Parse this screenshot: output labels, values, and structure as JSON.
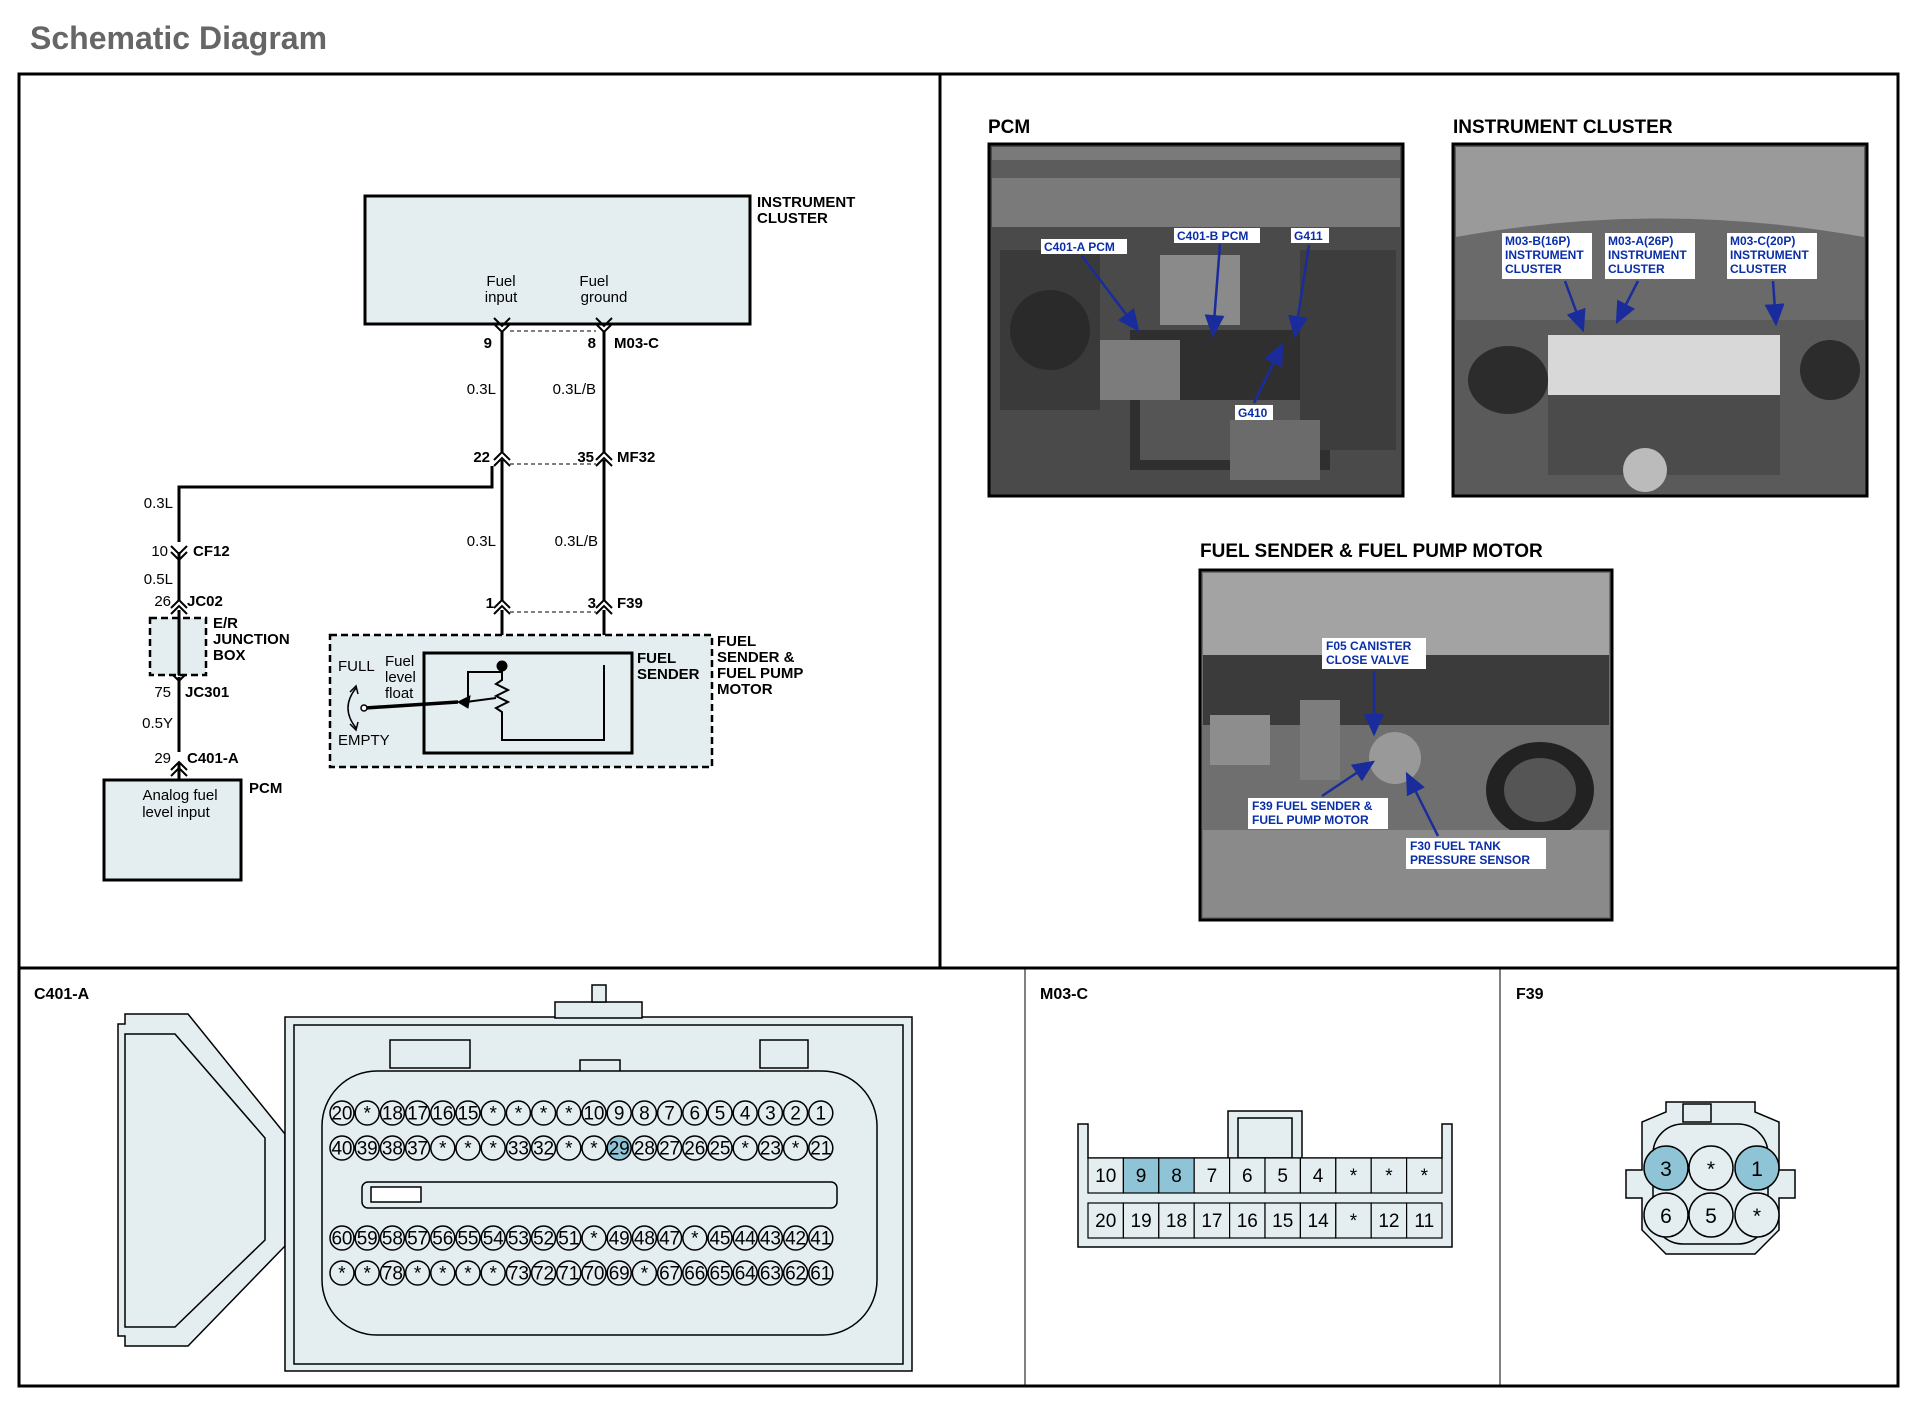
{
  "title": "Schematic Diagram",
  "schematic": {
    "instrument_cluster": {
      "label_1": "INSTRUMENT",
      "label_2": "CLUSTER",
      "fuel_input_1": "Fuel",
      "fuel_input_2": "input",
      "fuel_ground_1": "Fuel",
      "fuel_ground_2": "ground"
    },
    "m03c": {
      "pin_a": "9",
      "pin_b": "8",
      "name": "M03-C"
    },
    "wire_upper_left": "0.3L",
    "wire_upper_right": "0.3L/B",
    "mf32": {
      "pin_a": "22",
      "pin_b": "35",
      "name": "MF32"
    },
    "wire_lower_left": "0.3L",
    "wire_lower_right": "0.3L/B",
    "f39": {
      "pin_a": "1",
      "pin_b": "3",
      "name": "F39"
    },
    "left_branch": {
      "wire_a": "0.3L",
      "cf12_pin": "10",
      "cf12_name": "CF12",
      "wire_b": "0.5L",
      "jc02_pin": "26",
      "jc02_name": "JC02",
      "junction_1": "E/R",
      "junction_2": "JUNCTION",
      "junction_3": "BOX",
      "jc301_pin": "75",
      "jc301_name": "JC301",
      "wire_c": "0.5Y",
      "c401a_pin": "29",
      "c401a_name": "C401-A"
    },
    "pcm": {
      "label": "PCM",
      "input_1": "Analog fuel",
      "input_2": "level input"
    },
    "fuel_sender": {
      "full": "FULL",
      "empty": "EMPTY",
      "float_1": "Fuel",
      "float_2": "level",
      "float_3": "float",
      "sender_1": "FUEL",
      "sender_2": "SENDER",
      "module_1": "FUEL",
      "module_2": "SENDER &",
      "module_3": "FUEL PUMP",
      "module_4": "MOTOR"
    }
  },
  "photos": {
    "pcm": {
      "heading": "PCM",
      "c401a": "C401-A PCM",
      "c401b": "C401-B PCM",
      "g411": "G411",
      "g410": "G410"
    },
    "cluster": {
      "heading": "INSTRUMENT CLUSTER",
      "m03b_1": "M03-B(16P)",
      "m03b_2": "INSTRUMENT",
      "m03b_3": "CLUSTER",
      "m03a_1": "M03-A(26P)",
      "m03a_2": "INSTRUMENT",
      "m03a_3": "CLUSTER",
      "m03c_1": "M03-C(20P)",
      "m03c_2": "INSTRUMENT",
      "m03c_3": "CLUSTER"
    },
    "fuel": {
      "heading": "FUEL SENDER & FUEL PUMP MOTOR",
      "f05_1": "F05 CANISTER",
      "f05_2": "CLOSE VALVE",
      "f39_1": "F39 FUEL SENDER &",
      "f39_2": "FUEL PUMP MOTOR",
      "f30_1": "F30 FUEL TANK",
      "f30_2": "PRESSURE SENSOR"
    }
  },
  "connectors": {
    "c401a": {
      "name": "C401-A",
      "row1": [
        "20",
        "*",
        "18",
        "17",
        "16",
        "15",
        "*",
        "*",
        "*",
        "*",
        "10",
        "9",
        "8",
        "7",
        "6",
        "5",
        "4",
        "3",
        "2",
        "1"
      ],
      "row2": [
        "40",
        "39",
        "38",
        "37",
        "*",
        "*",
        "*",
        "33",
        "32",
        "*",
        "*",
        "29",
        "28",
        "27",
        "26",
        "25",
        "*",
        "23",
        "*",
        "21"
      ],
      "row3": [
        "60",
        "59",
        "58",
        "57",
        "56",
        "55",
        "54",
        "53",
        "52",
        "51",
        "*",
        "49",
        "48",
        "47",
        "*",
        "45",
        "44",
        "43",
        "42",
        "41"
      ],
      "row4": [
        "*",
        "*",
        "78",
        "*",
        "*",
        "*",
        "*",
        "73",
        "72",
        "71",
        "70",
        "69",
        "*",
        "67",
        "66",
        "65",
        "64",
        "63",
        "62",
        "61"
      ],
      "highlight": [
        "29"
      ]
    },
    "m03c": {
      "name": "M03-C",
      "row1": [
        "10",
        "9",
        "8",
        "7",
        "6",
        "5",
        "4",
        "*",
        "*",
        "*"
      ],
      "row2": [
        "20",
        "19",
        "18",
        "17",
        "16",
        "15",
        "14",
        "*",
        "12",
        "11"
      ],
      "highlight": [
        "9",
        "8"
      ]
    },
    "f39": {
      "name": "F39",
      "row1": [
        "3",
        "*",
        "1"
      ],
      "row2": [
        "6",
        "5",
        "*"
      ],
      "highlight": [
        "3",
        "1"
      ]
    }
  },
  "colors": {
    "box_fill": "#e4eef1",
    "pin_highlight": "#8fc3d6",
    "callout_text": "#0a2ea8",
    "arrow": "#1a2c9c"
  }
}
